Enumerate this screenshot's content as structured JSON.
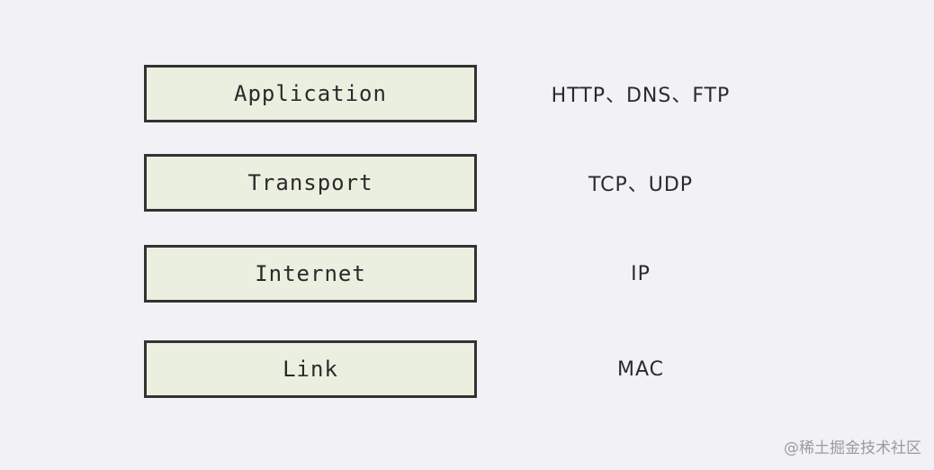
{
  "layers": [
    {
      "name": "Application",
      "protocols": "HTTP、DNS、FTP"
    },
    {
      "name": "Transport",
      "protocols": "TCP、UDP"
    },
    {
      "name": "Internet",
      "protocols": "IP"
    },
    {
      "name": "Link",
      "protocols": "MAC"
    }
  ],
  "watermark": "@稀土掘金技术社区",
  "colors": {
    "background": "#f2f1f5",
    "box_fill": "#ebefe0",
    "box_border": "#333333",
    "text": "#2a2a2a"
  }
}
